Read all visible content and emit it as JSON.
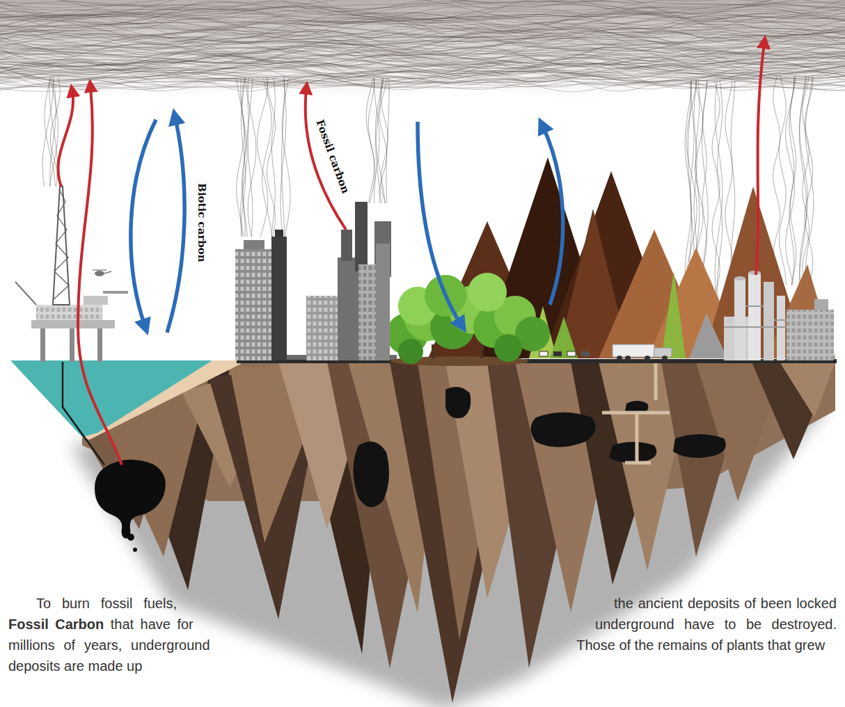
{
  "diagram": {
    "labels": [
      "Biotic carbon",
      "Fossil carbon",
      "To burn fossil fuels,",
      "Fossil Carbon",
      "that have for millions of years, underground deposits are made up",
      "the ancient deposits of been locked underground have to be destroyed. Those of the remains of plants that grew"
    ]
  }
}
